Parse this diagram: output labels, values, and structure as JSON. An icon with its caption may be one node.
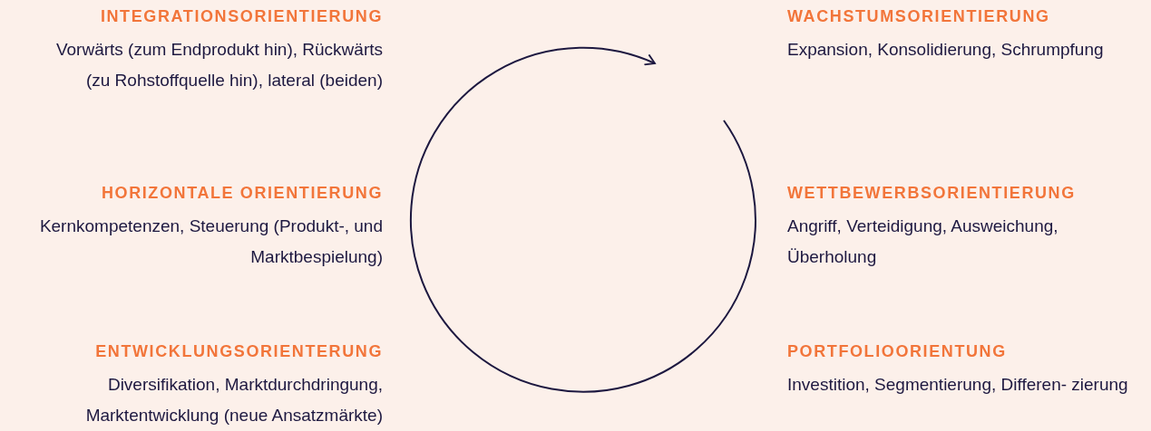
{
  "diagram": {
    "labels": [
      "INTEGRATIONSORIENTIERUNG",
      "Vorwärts (zum Endprodukt hin), Rückwärts (zu Rohstoffquelle hin), lateral (beiden)",
      "WACHSTUMSORIENTIERUNG",
      "Expansion, Konsolidierung, Schrumpfung",
      "HORIZONTALE ORIENTIERUNG",
      "Kernkompetenzen, Steuerung (Produkt-, und Marktbespielung)",
      "WETTBEWERBSORIENTIERUNG",
      "Angriff, Verteidigung, Ausweichung, Überholung",
      "ENTWICKLUNGSORIENTERUNG",
      "Diversifikation, Marktdurchdringung, Marktentwicklung (neue Ansatzmärkte)",
      "PORTFOLIOORIENTUNG",
      "Investition, Segmentierung, Differen- zierung"
    ]
  }
}
